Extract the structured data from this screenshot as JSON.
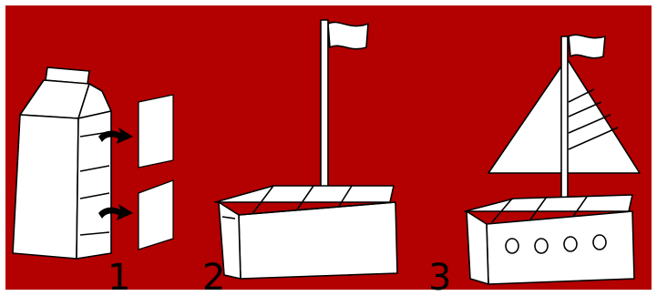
{
  "steps": [
    {
      "number": "1"
    },
    {
      "number": "2"
    },
    {
      "number": "3"
    }
  ],
  "colors": {
    "background": "#b30000",
    "paper": "#ffffff",
    "ink": "#000000"
  }
}
